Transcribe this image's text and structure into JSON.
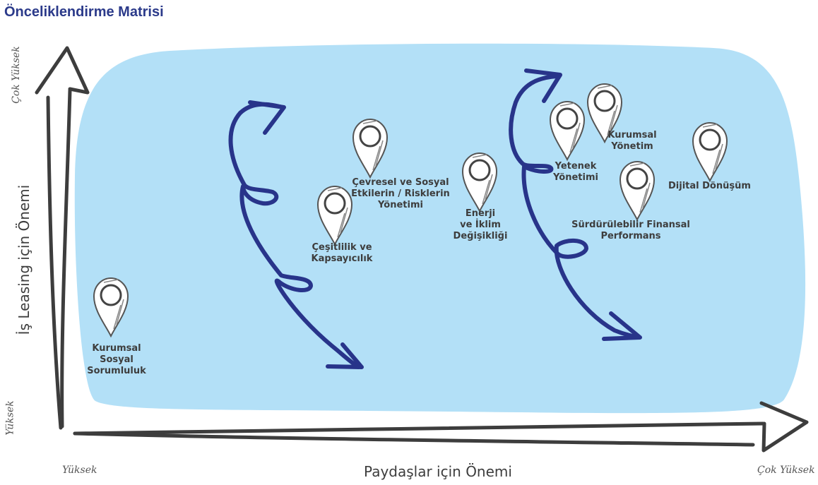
{
  "title": "Önceliklendirme Matrisi",
  "axes": {
    "y_label": "İş Leasing için Önemi",
    "x_label": "Paydaşlar için Önemi",
    "y_top": "Çok Yüksek",
    "y_bottom": "Yüksek",
    "x_left": "Yüksek",
    "x_right": "Çok Yüksek"
  },
  "topics": [
    {
      "id": "kss",
      "label": "Kurumsal\nSosyal\nSorumluluk"
    },
    {
      "id": "cesitlilik",
      "label": "Çeşitlilik ve\nKapsayıcılık"
    },
    {
      "id": "cevresel",
      "label": "Çevresel ve Sosyal\nEtkilerin / Risklerin\nYönetimi"
    },
    {
      "id": "enerji",
      "label": "Enerji\nve İklim\nDeğişikliği"
    },
    {
      "id": "yetenek",
      "label": "Yetenek\nYönetimi"
    },
    {
      "id": "kurumsal",
      "label": "Kurumsal\nYönetim"
    },
    {
      "id": "surdurulebilir",
      "label": "Sürdürülebilir Finansal\nPerformans"
    },
    {
      "id": "dijital",
      "label": "Dijital Dönüşüm"
    }
  ],
  "colors": {
    "region": "#b3e0f7",
    "arrow": "#28348a",
    "axis": "#3d3d3d",
    "title": "#2b3a8a",
    "pin": "#ffffff"
  }
}
